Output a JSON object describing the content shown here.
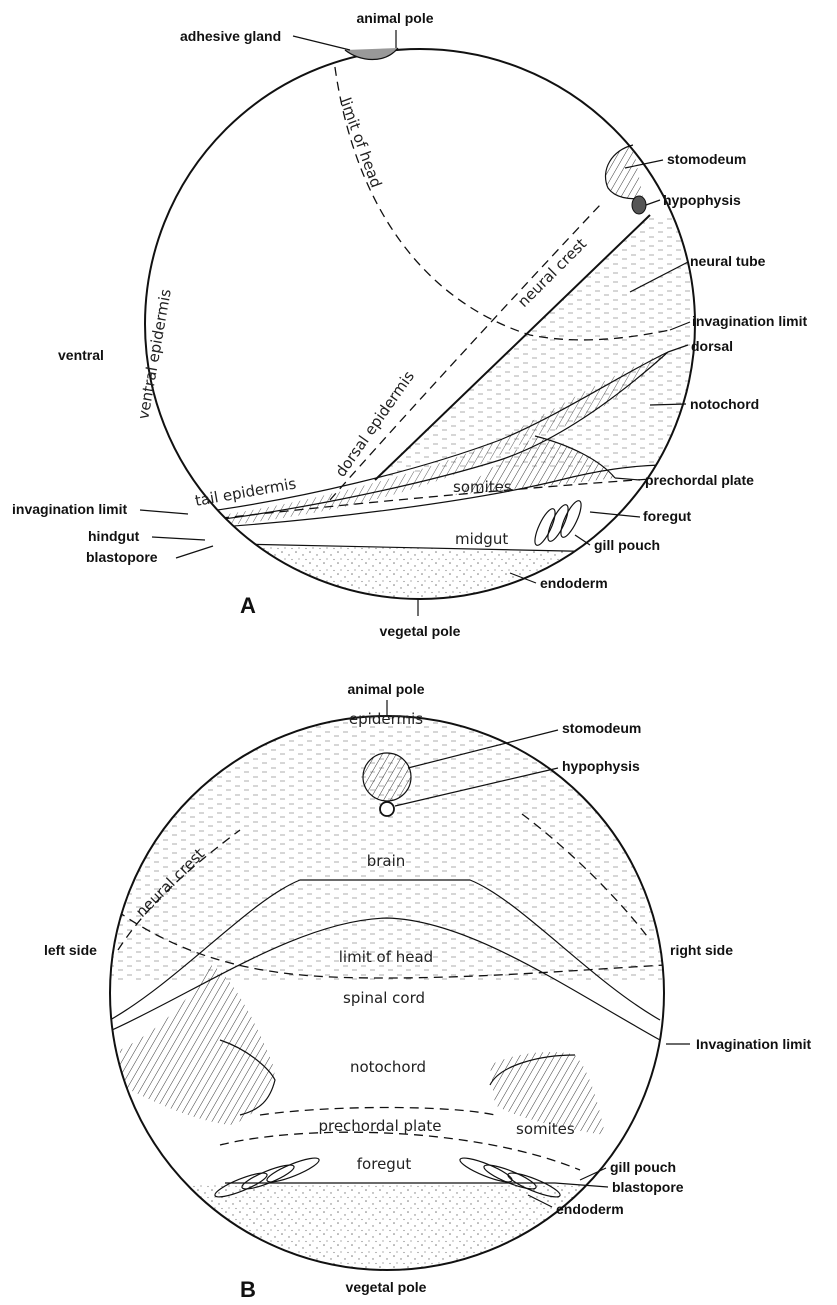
{
  "panel_a": {
    "panel_label": "A",
    "labels": {
      "animal_pole": "animal pole",
      "adhesive_gland": "adhesive gland",
      "stomodeum": "stomodeum",
      "hypophysis": "hypophysis",
      "neural_tube": "neural tube",
      "invagination_limit_right": "invagination limit",
      "dorsal": "dorsal",
      "notochord": "notochord",
      "prechordal_plate": "prechordal plate",
      "foregut": "foregut",
      "gill_pouch": "gill pouch",
      "endoderm": "endoderm",
      "vegetal_pole": "vegetal pole",
      "ventral": "ventral",
      "invagination_limit_left": "invagination limit",
      "hindgut": "hindgut",
      "blastopore": "blastopore"
    },
    "inner_labels": {
      "limit_of_head": "limit of head",
      "ventral_epidermis": "ventral epidermis",
      "neural_crest": "neural crest",
      "dorsal_epidermis": "dorsal epidermis",
      "tail_epidermis": "tail epidermis",
      "somites": "somites",
      "midgut": "midgut"
    }
  },
  "panel_b": {
    "panel_label": "B",
    "labels": {
      "animal_pole": "animal pole",
      "stomodeum": "stomodeum",
      "hypophysis": "hypophysis",
      "left_side": "left side",
      "right_side": "right side",
      "invagination_limit": "Invagination limit",
      "gill_pouch": "gill pouch",
      "blastopore": "blastopore",
      "endoderm": "endoderm",
      "vegetal_pole": "vegetal pole"
    },
    "inner_labels": {
      "epidermis": "epidermis",
      "brain": "brain",
      "neural_crest": "neural crest",
      "limit_of_head": "limit of head",
      "spinal_cord": "spinal cord",
      "notochord": "notochord",
      "prechordal_plate": "prechordal plate",
      "somites": "somites",
      "foregut": "foregut"
    }
  }
}
